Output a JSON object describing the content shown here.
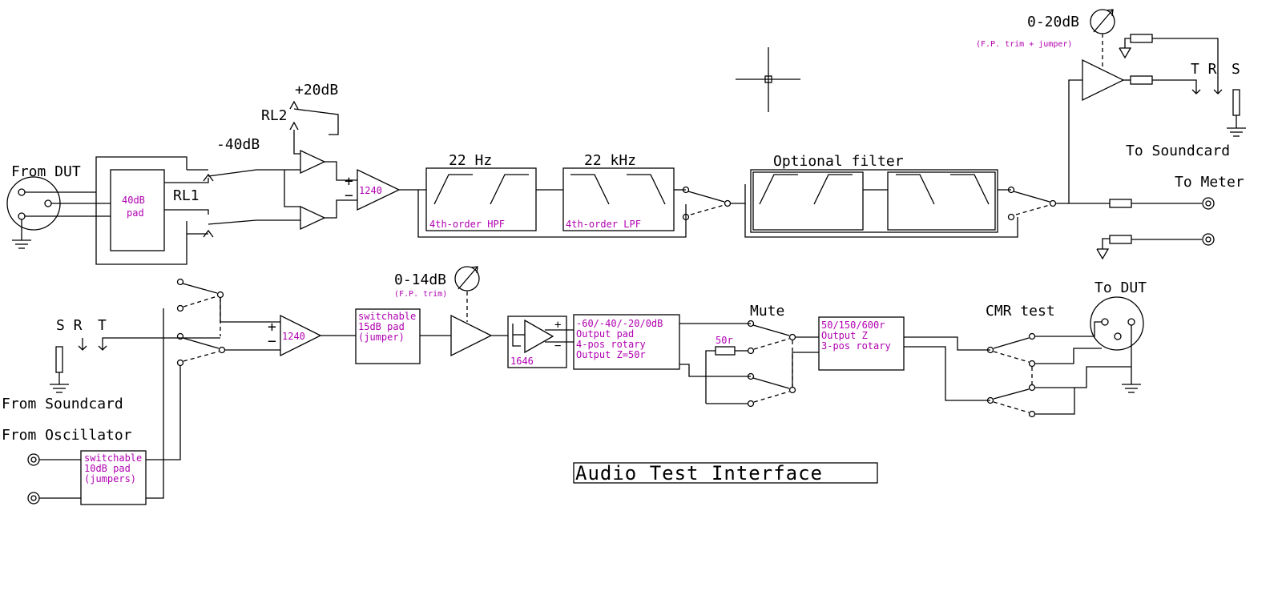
{
  "colors": {
    "line": "#000000",
    "annotation": "#b000b0",
    "background": "#ffffff"
  },
  "labels": {
    "from_dut": "From DUT",
    "rl1": "RL1",
    "rl2": "RL2",
    "minus40": "-40dB",
    "plus20": "+20dB",
    "hz22": "22 Hz",
    "khz22": "22 kHz",
    "optional_filter": "Optional filter",
    "gain_0_20": "0-20dB",
    "gain_0_20_note": "(F.P. trim + jumper)",
    "trs": "T R",
    "s": "S",
    "to_soundcard": "To Soundcard",
    "to_meter": "To Meter",
    "to_dut": "To DUT",
    "cmr_test": "CMR test",
    "mute": "Mute",
    "sr": "S R",
    "t": "T",
    "from_soundcard": "From Soundcard",
    "from_oscillator": "From Oscillator",
    "gain_0_14": "0-14dB",
    "gain_0_14_note": "(F.P. trim)",
    "r50": "50r",
    "plus": "+",
    "minus": "−",
    "title": "Audio Test Interface"
  },
  "blocks": {
    "pad40": [
      "40dB",
      "pad"
    ],
    "amp_in": "1240",
    "hpf": "4th-order HPF",
    "lpf": "4th-order LPF",
    "amp_out": "1240",
    "pad15": [
      "switchable",
      "15dB pad",
      "(jumper)"
    ],
    "amp1646": "1646",
    "outpad": [
      "-60/-40/-20/0dB",
      "Output pad",
      "4-pos rotary",
      "Output Z=50r"
    ],
    "outz": [
      "50/150/600r",
      "Output Z",
      "3-pos rotary"
    ],
    "pad10": [
      "switchable",
      "10dB pad",
      "(jumpers)"
    ]
  },
  "icons": [
    "xlr-connector-icon",
    "jack-socket-icon",
    "ground-icon",
    "op-amp-icon",
    "trim-pot-icon",
    "crosshair-icon"
  ]
}
